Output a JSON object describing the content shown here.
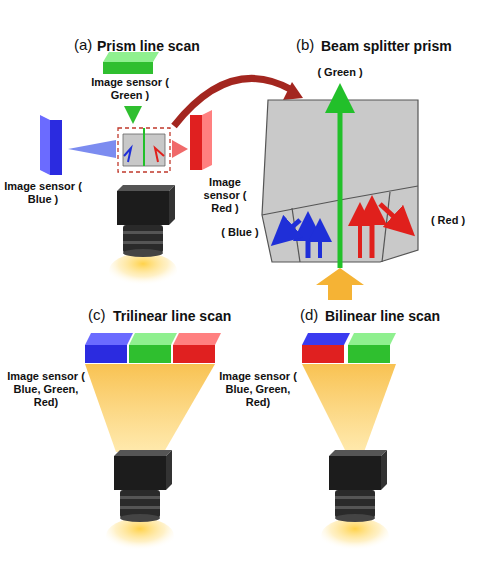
{
  "diagram": {
    "labels": [
      "(a)",
      "Prism line scan",
      "(b)",
      "Beam splitter prism",
      "Image sensor ( Green )",
      "Image sensor ( Blue )",
      "Image sensor ( Red )",
      "( Green )",
      "( Blue )",
      "( Red )",
      "(c)",
      "Trilinear line scan",
      "(d)",
      "Bilinear line scan",
      "Image sensor ( Blue, Green, Red)",
      "Image sensor ( Blue, Green, Red)"
    ]
  }
}
